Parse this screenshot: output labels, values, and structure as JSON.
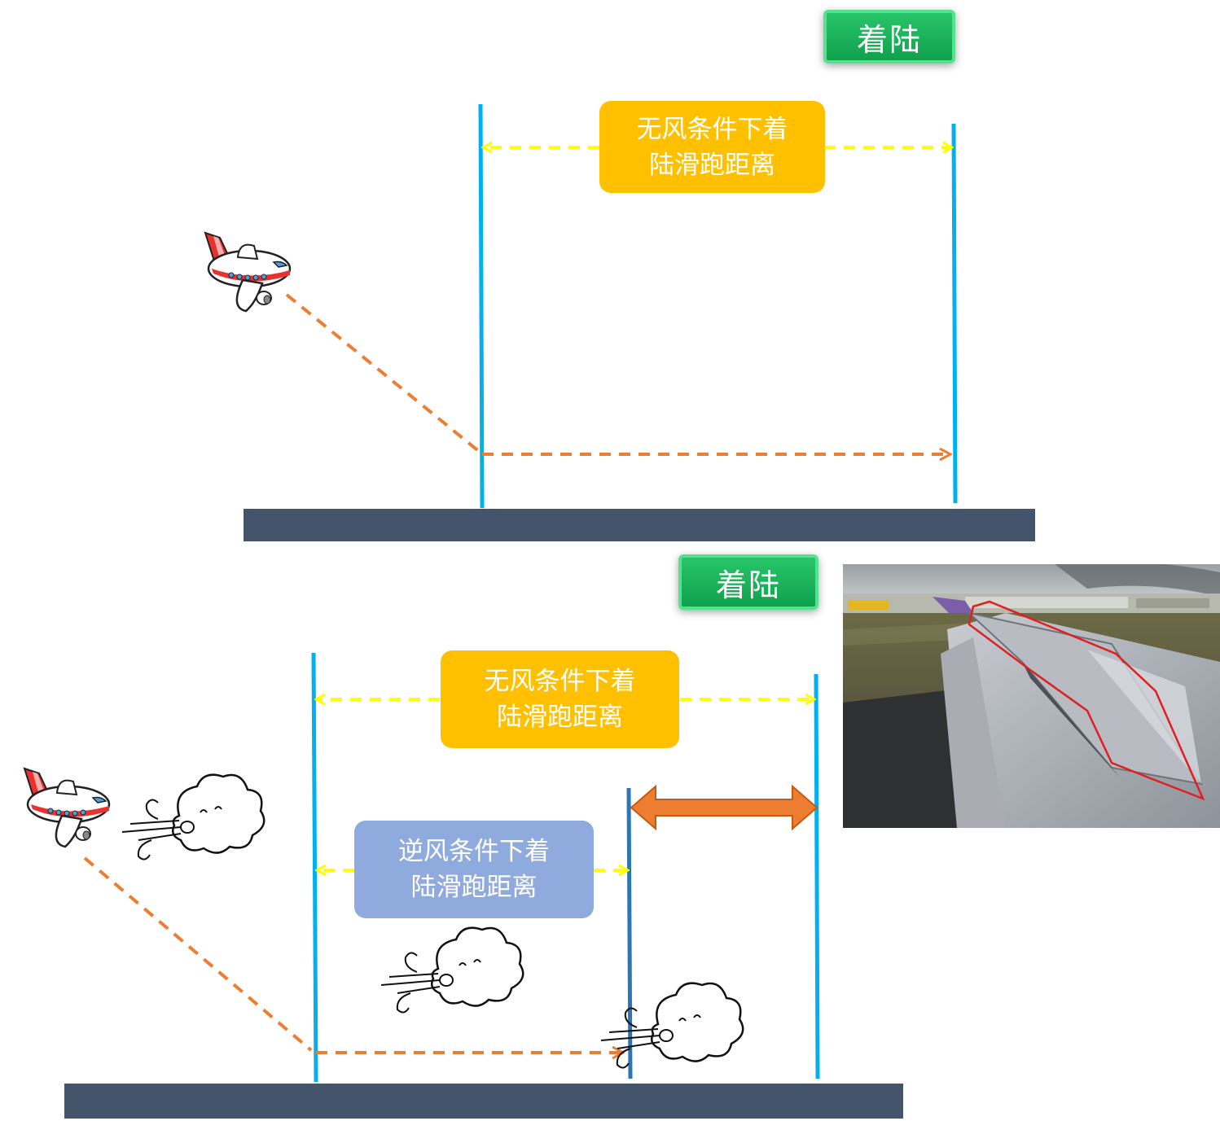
{
  "top_panel": {
    "badge": "着陆",
    "no_wind_label_line1": "无风条件下着",
    "no_wind_label_line2": "陆滑跑距离"
  },
  "bottom_panel": {
    "badge": "着陆",
    "no_wind_label_line1": "无风条件下着",
    "no_wind_label_line2": "陆滑跑距离",
    "headwind_label_line1": "逆风条件下着",
    "headwind_label_line2": "陆滑跑距离"
  },
  "colors": {
    "runway": "#44546a",
    "marker_line": "#00b0f0",
    "approach_path": "#ed7d31",
    "distance_arrow": "#ffff00",
    "difference_arrow": "#ed7d31",
    "badge": "#1db35c",
    "no_wind_box": "#ffc000",
    "headwind_box": "#8faadc",
    "spoiler_outline": "#e02020"
  }
}
